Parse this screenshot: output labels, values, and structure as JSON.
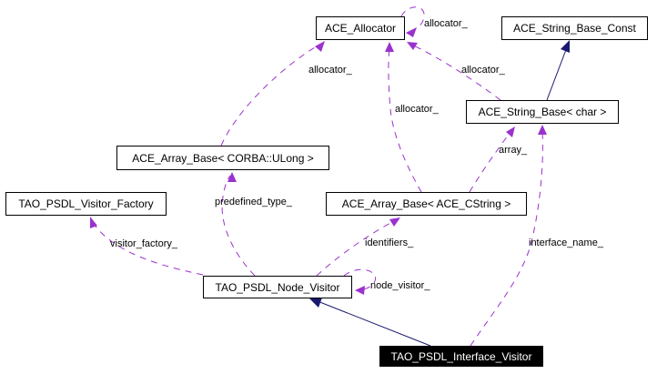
{
  "diagram": {
    "type": "collaboration-diagram",
    "colors": {
      "background": "#ffffff",
      "usage_edge": "#9a32cd",
      "inheritance_edge": "#191970",
      "node_border": "#000000",
      "node_background": "#ffffff",
      "current_node_background": "#000000",
      "current_node_text": "#ffffff"
    }
  },
  "nodes": {
    "ace_allocator": {
      "label": "ACE_Allocator"
    },
    "ace_string_base_const": {
      "label": "ACE_String_Base_Const"
    },
    "ace_string_base_char": {
      "label": "ACE_String_Base< char >"
    },
    "ace_array_base_ulong": {
      "label": "ACE_Array_Base< CORBA::ULong >"
    },
    "tao_psdl_visitor_factory": {
      "label": "TAO_PSDL_Visitor_Factory"
    },
    "ace_array_base_cstring": {
      "label": "ACE_Array_Base< ACE_CString >"
    },
    "tao_psdl_node_visitor": {
      "label": "TAO_PSDL_Node_Visitor"
    },
    "tao_psdl_interface_visitor": {
      "label": "TAO_PSDL_Interface_Visitor"
    }
  },
  "edges": {
    "allocator_self_loop": {
      "label": "allocator_",
      "kind": "usage",
      "from": "ace_allocator",
      "to": "ace_allocator"
    },
    "ulong_array_to_allocator": {
      "label": "allocator_",
      "kind": "usage",
      "from": "ace_array_base_ulong",
      "to": "ace_allocator"
    },
    "cstring_array_to_allocator": {
      "label": "allocator_",
      "kind": "usage",
      "from": "ace_array_base_cstring",
      "to": "ace_allocator"
    },
    "string_char_to_allocator": {
      "label": "allocator_",
      "kind": "usage",
      "from": "ace_string_base_char",
      "to": "ace_allocator"
    },
    "string_char_to_string_const": {
      "kind": "inheritance",
      "from": "ace_string_base_char",
      "to": "ace_string_base_const"
    },
    "cstring_array_to_string_char": {
      "label": "array_",
      "kind": "usage",
      "from": "ace_array_base_cstring",
      "to": "ace_string_base_char"
    },
    "node_visitor_to_ulong_array": {
      "label": "predefined_type_",
      "kind": "usage",
      "from": "tao_psdl_node_visitor",
      "to": "ace_array_base_ulong"
    },
    "node_visitor_to_visitor_factory": {
      "label": "visitor_factory_",
      "kind": "usage",
      "from": "tao_psdl_node_visitor",
      "to": "tao_psdl_visitor_factory"
    },
    "node_visitor_to_cstring_array": {
      "label": "identifiers_",
      "kind": "usage",
      "from": "tao_psdl_node_visitor",
      "to": "ace_array_base_cstring"
    },
    "node_visitor_self_loop": {
      "label": "node_visitor_",
      "kind": "usage",
      "from": "tao_psdl_node_visitor",
      "to": "tao_psdl_node_visitor"
    },
    "interface_visitor_to_node_visitor": {
      "kind": "inheritance",
      "from": "tao_psdl_interface_visitor",
      "to": "tao_psdl_node_visitor"
    },
    "interface_visitor_to_string_char": {
      "label": "interface_name_",
      "kind": "usage",
      "from": "tao_psdl_interface_visitor",
      "to": "ace_string_base_char"
    }
  }
}
